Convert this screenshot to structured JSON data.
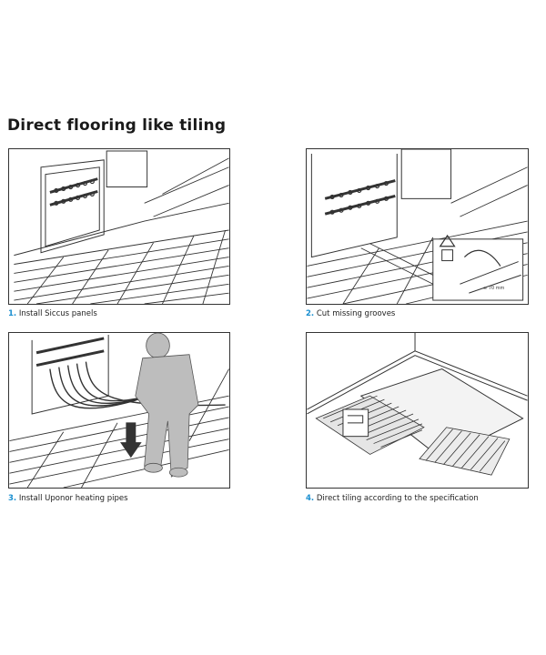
{
  "title": "Direct flooring like tiling",
  "steps": [
    {
      "num": "1.",
      "label": "Install Siccus panels"
    },
    {
      "num": "2.",
      "label": "Cut missing grooves"
    },
    {
      "num": "3.",
      "label": "Install Uponor heating pipes"
    },
    {
      "num": "4.",
      "label": "Direct tiling according to the specification"
    }
  ],
  "detail_note": "≥ 70 mm",
  "colors": {
    "accent": "#1a8fd0",
    "line": "#333333",
    "figure": "#bdbdbd"
  }
}
